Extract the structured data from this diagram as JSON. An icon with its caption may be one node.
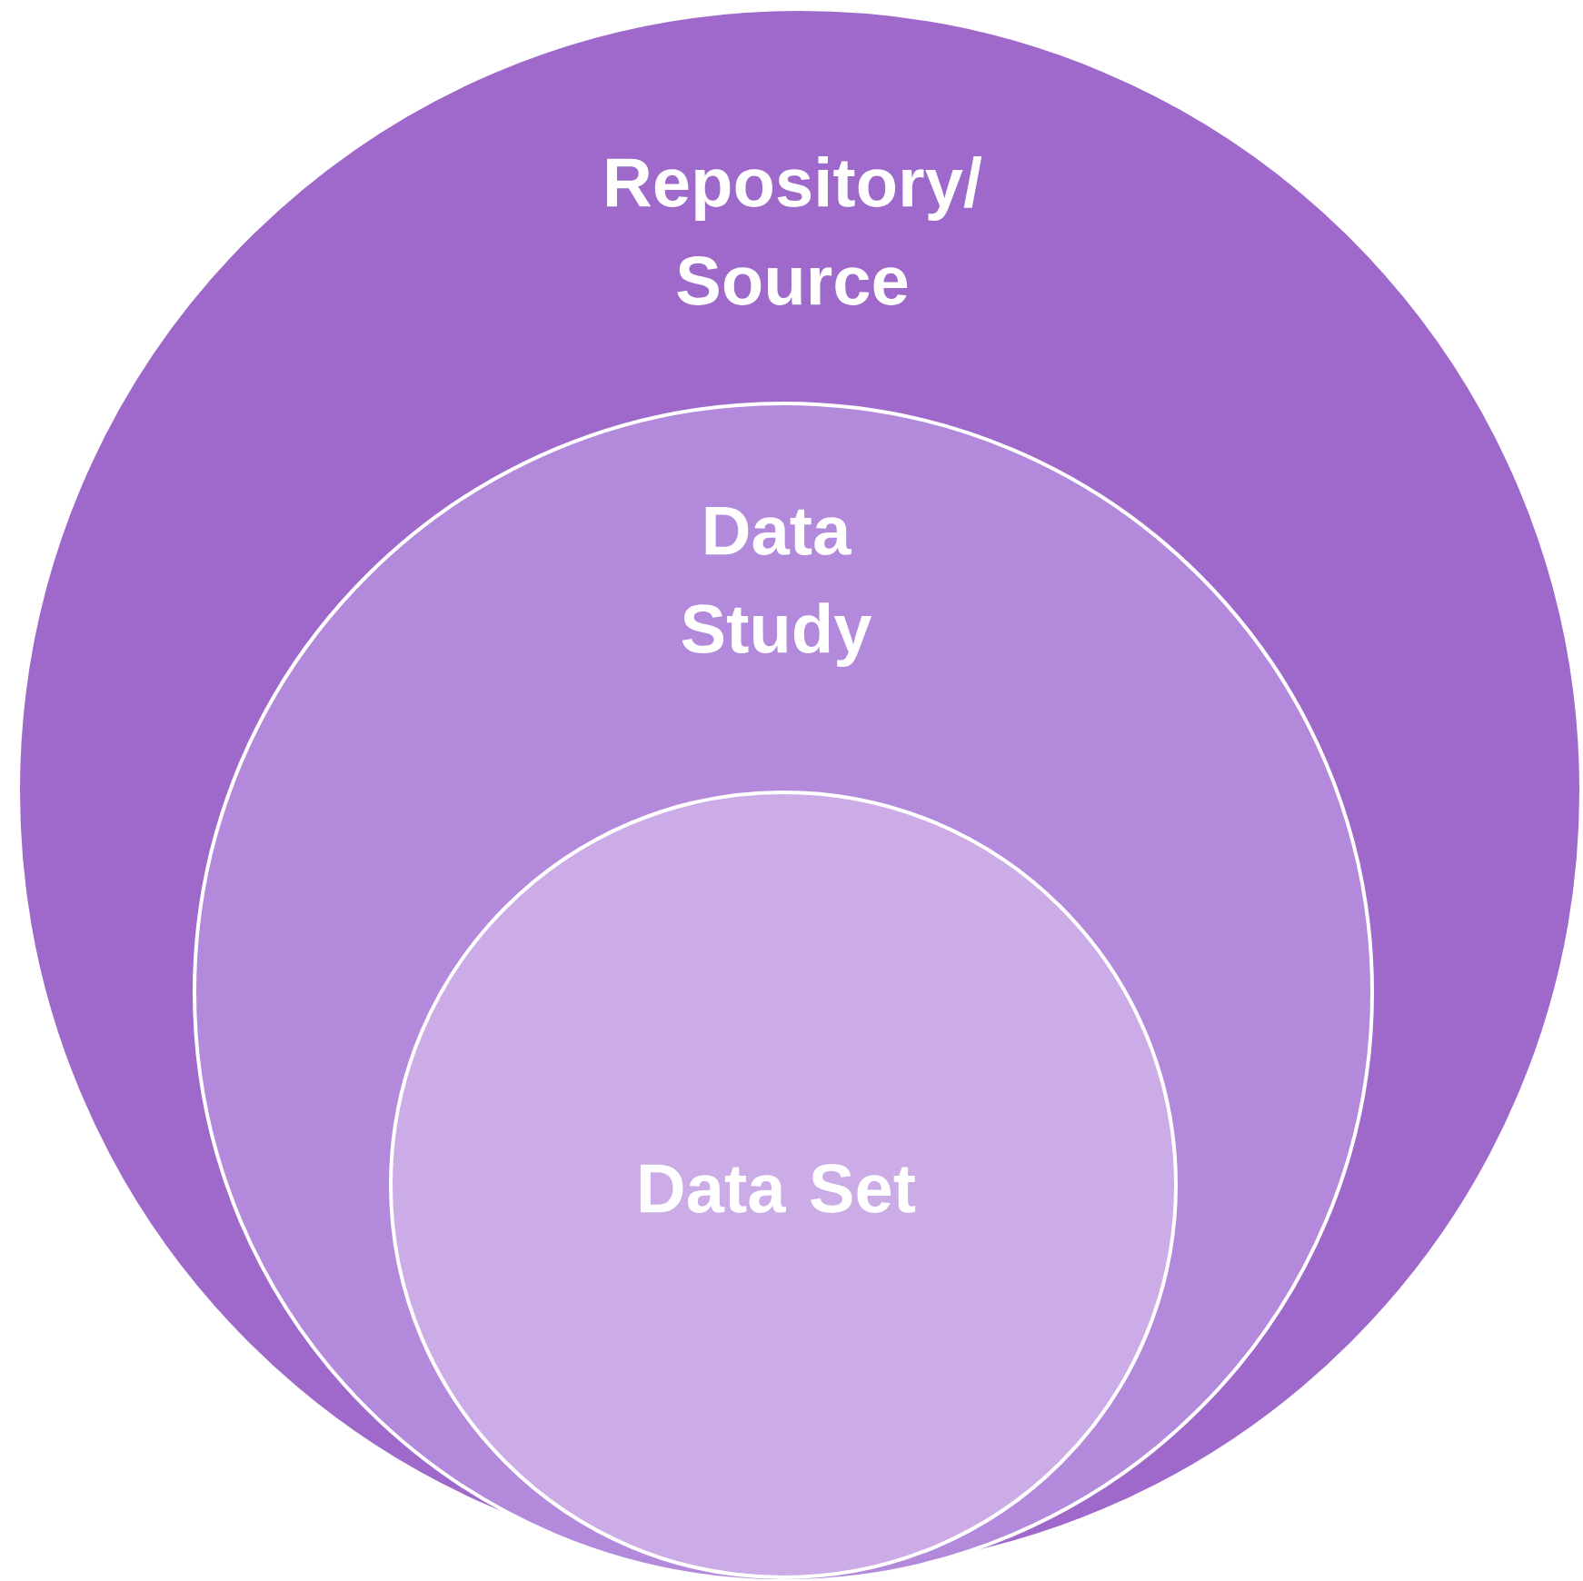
{
  "diagram": {
    "nodes": [
      {
        "text": [
          "Repository/ Source"
        ]
      },
      {
        "text": [
          "Data Study"
        ],
        "in": 0
      },
      {
        "text": [
          "Data Set"
        ],
        "in": 1
      }
    ]
  }
}
